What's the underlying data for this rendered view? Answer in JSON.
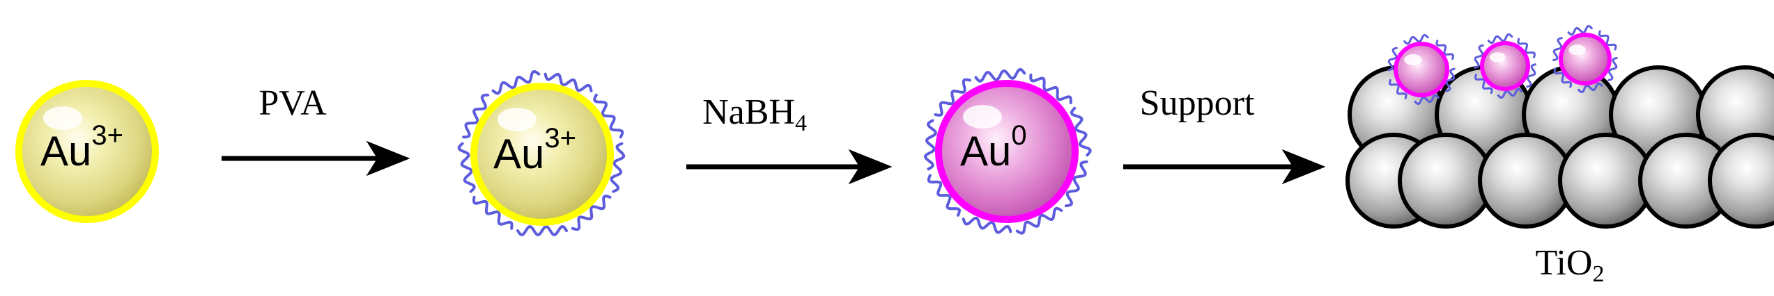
{
  "steps": [
    {
      "particle_label": "Au",
      "particle_charge": "3+",
      "coating": "none"
    },
    {
      "particle_label": "Au",
      "particle_charge": "3+",
      "coating": "PVA"
    },
    {
      "particle_label": "Au",
      "particle_charge": "0",
      "coating": "PVA"
    }
  ],
  "arrows": [
    {
      "label": "PVA",
      "label_sub": ""
    },
    {
      "label": "NaBH",
      "label_sub": "4"
    },
    {
      "label": "Support",
      "label_sub": ""
    }
  ],
  "support": {
    "label": "TiO",
    "label_sub": "2"
  },
  "colors": {
    "au3_fill": "#f1ec57",
    "au3_ring": "#ffff00",
    "au0_fill": "#e98bd5",
    "au0_ring": "#ff00ff",
    "pva_chain": "#5c5cdd",
    "tio2_sphere": "#8e8e8e",
    "arrow": "#000000"
  }
}
